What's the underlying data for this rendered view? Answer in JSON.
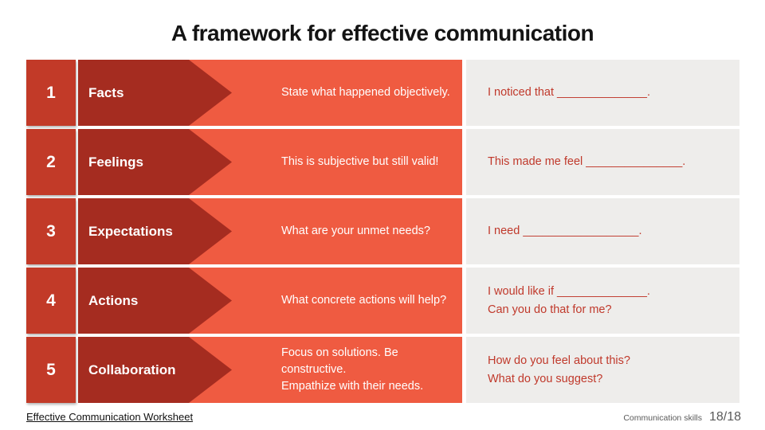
{
  "title": "A framework for effective communication",
  "colors": {
    "number_box": "#c23a28",
    "arrow": "#a52c20",
    "description_panel": "#ef5b41",
    "prompt_panel": "#eeedeb",
    "prompt_text": "#c0392b"
  },
  "rows": [
    {
      "number": "1",
      "label": "Facts",
      "description1": "State what happened objectively.",
      "description2": "",
      "prompt1": "I noticed that ______________.",
      "prompt2": ""
    },
    {
      "number": "2",
      "label": "Feelings",
      "description1": "This is subjective but still valid!",
      "description2": "",
      "prompt1": "This made me feel _______________.",
      "prompt2": ""
    },
    {
      "number": "3",
      "label": "Expectations",
      "description1": "What are your unmet needs?",
      "description2": "",
      "prompt1": "I need __________________.",
      "prompt2": ""
    },
    {
      "number": "4",
      "label": "Actions",
      "description1": "What concrete actions will help?",
      "description2": "",
      "prompt1": "I would like if ______________.",
      "prompt2": "Can you do that for me?"
    },
    {
      "number": "5",
      "label": "Collaboration",
      "description1": "Focus on solutions. Be constructive.",
      "description2": "Empathize with their needs.",
      "prompt1": "How do you feel about this?",
      "prompt2": "What do you suggest?"
    }
  ],
  "footer": {
    "link": "Effective Communication Worksheet",
    "course": "Communication skills",
    "page": "18/18"
  }
}
